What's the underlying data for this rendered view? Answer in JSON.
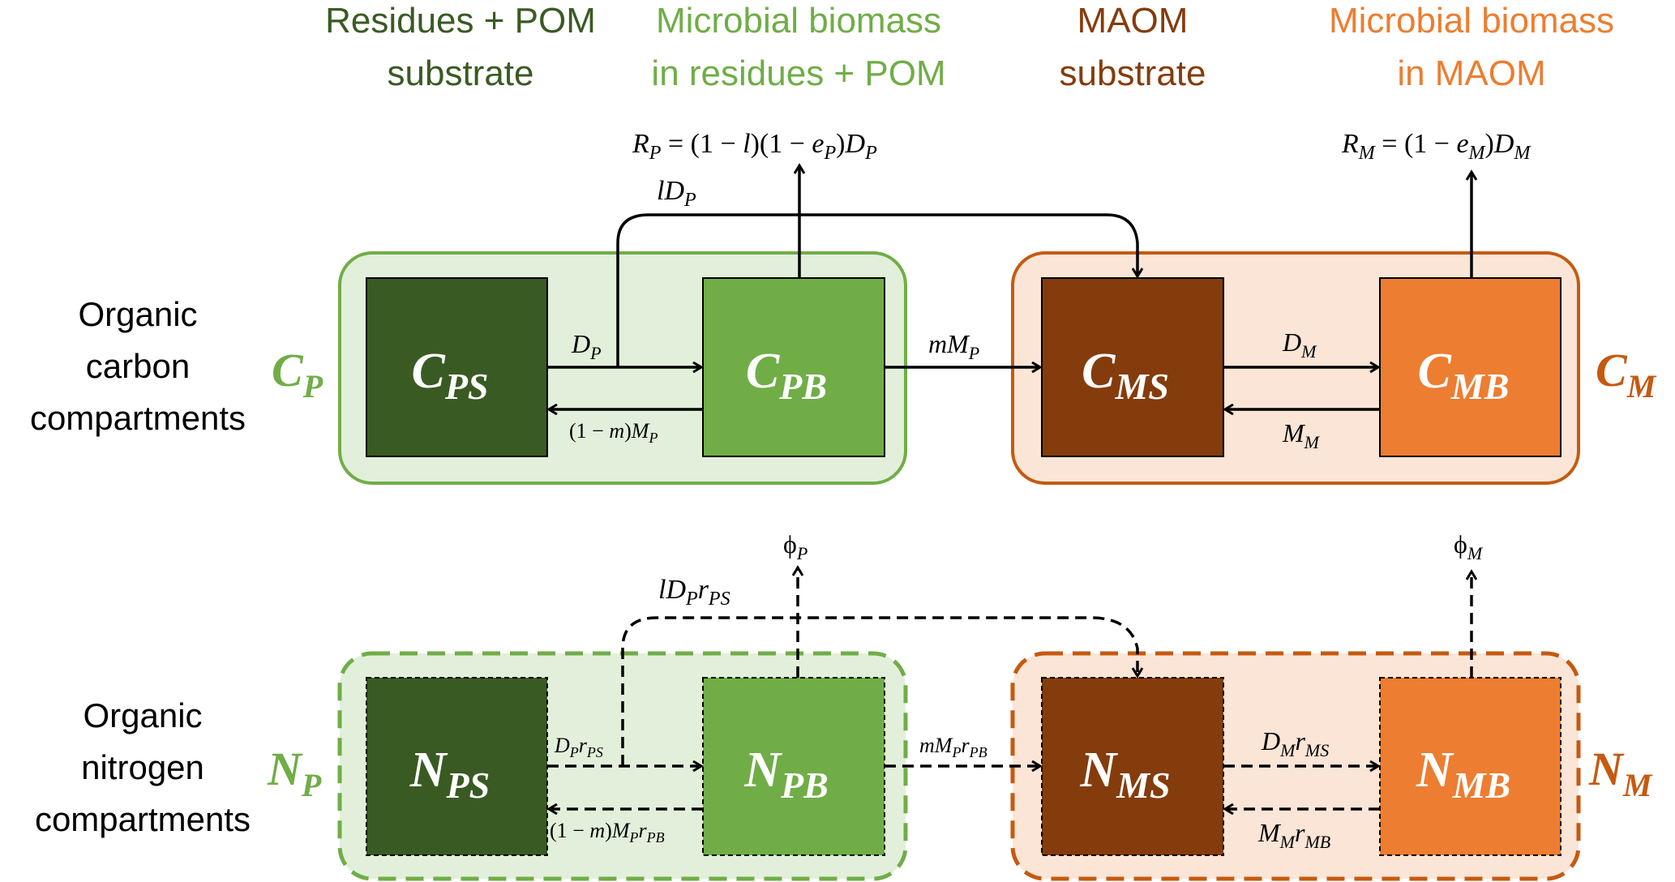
{
  "colors": {
    "dark_green": "#3a5a23",
    "light_green": "#70ad47",
    "green_bg": "#e2efda",
    "brown": "#843c0c",
    "orange": "#ed7d31",
    "orange_border": "#c55a11",
    "orange_bg": "#fbe5d6",
    "black": "#000000"
  },
  "headers": [
    {
      "lines": [
        "Residues + POM",
        "substrate"
      ],
      "color": "#3a5a23"
    },
    {
      "lines": [
        "Microbial biomass",
        "in residues + POM"
      ],
      "color": "#70ad47"
    },
    {
      "lines": [
        "MAOM",
        "substrate"
      ],
      "color": "#843c0c"
    },
    {
      "lines": [
        "Microbial biomass",
        "in MAOM"
      ],
      "color": "#ed7d31"
    }
  ],
  "row_labels": {
    "carbon": [
      "Organic",
      "carbon",
      "compartments"
    ],
    "nitrogen": [
      "Organic",
      "nitrogen",
      "compartments"
    ]
  },
  "group_labels": {
    "cp": {
      "main": "C",
      "sub": "P"
    },
    "cm": {
      "main": "C",
      "sub": "M"
    },
    "np": {
      "main": "N",
      "sub": "P"
    },
    "nm": {
      "main": "N",
      "sub": "M"
    }
  },
  "boxes": {
    "cps": {
      "main": "C",
      "sub": "PS"
    },
    "cpb": {
      "main": "C",
      "sub": "PB"
    },
    "cms": {
      "main": "C",
      "sub": "MS"
    },
    "cmb": {
      "main": "C",
      "sub": "MB"
    },
    "nps": {
      "main": "N",
      "sub": "PS"
    },
    "npb": {
      "main": "N",
      "sub": "PB"
    },
    "nms": {
      "main": "N",
      "sub": "MS"
    },
    "nmb": {
      "main": "N",
      "sub": "MB"
    }
  },
  "fluxes": {
    "rp": {
      "a": "R",
      "a_sub": "P",
      "rest1": " = (1 − ",
      "l": "l",
      "rest2": ")(1 − ",
      "e": "e",
      "e_sub": "P",
      "rest3": ")",
      "d": "D",
      "d_sub": "P"
    },
    "rm": {
      "a": "R",
      "a_sub": "M",
      "rest1": " = (1 − ",
      "e": "e",
      "e_sub": "M",
      "rest2": ")",
      "d": "D",
      "d_sub": "M"
    },
    "ldp": {
      "l": "l",
      "d": "D",
      "d_sub": "P"
    },
    "dp": {
      "d": "D",
      "d_sub": "P"
    },
    "one_minus_m_mp": {
      "pre": "(1 − ",
      "m": "m",
      "post": ")",
      "M": "M",
      "M_sub": "P"
    },
    "mmp": {
      "m": "m",
      "M": "M",
      "M_sub": "P"
    },
    "dm": {
      "d": "D",
      "d_sub": "M"
    },
    "mm": {
      "M": "M",
      "M_sub": "M"
    },
    "phip": {
      "phi": "ϕ",
      "sub": "P"
    },
    "phim": {
      "phi": "ϕ",
      "sub": "M"
    },
    "ldprps": {
      "l": "l",
      "d": "D",
      "d_sub": "P",
      "r": "r",
      "r_sub": "PS"
    },
    "dprps": {
      "d": "D",
      "d_sub": "P",
      "r": "r",
      "r_sub": "PS"
    },
    "one_minus_m_mprpb": {
      "pre": "(1 − ",
      "m": "m",
      "post": ")",
      "M": "M",
      "M_sub": "P",
      "r": "r",
      "r_sub": "PB"
    },
    "mmprpb": {
      "m": "m",
      "M": "M",
      "M_sub": "P",
      "r": "r",
      "r_sub": "PB"
    },
    "dmrms": {
      "d": "D",
      "d_sub": "M",
      "r": "r",
      "r_sub": "MS"
    },
    "mmrmb": {
      "M": "M",
      "M_sub": "M",
      "r": "r",
      "r_sub": "MB"
    }
  }
}
